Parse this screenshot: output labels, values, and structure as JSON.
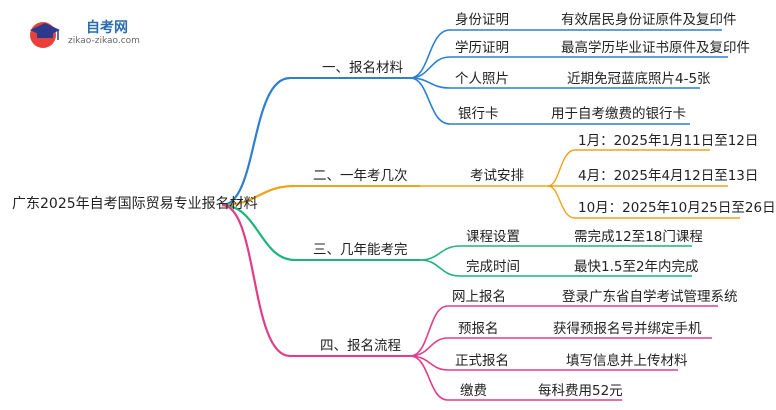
{
  "logo": {
    "name": "自考网",
    "url": "zikao-zikao.com"
  },
  "root": "广东2025年自考国际贸易专业报名材料",
  "colors": {
    "blue": "#2f7fd1",
    "orange": "#f0a21a",
    "green": "#1fb37a",
    "magenta": "#e23d88"
  },
  "branches": [
    {
      "label": "一、报名材料",
      "color": "blue",
      "items": [
        {
          "label": "身份证明",
          "detail": "有效居民身份证原件及复印件"
        },
        {
          "label": "学历证明",
          "detail": "最高学历毕业证书原件及复印件"
        },
        {
          "label": "个人照片",
          "detail": "近期免冠蓝底照片4-5张"
        },
        {
          "label": "银行卡",
          "detail": "用于自考缴费的银行卡"
        }
      ]
    },
    {
      "label": "二、一年考几次",
      "color": "orange",
      "items": [
        {
          "label": "考试安排",
          "details": [
            "1月：2025年1月11日至12日",
            "4月：2025年4月12日至13日",
            "10月：2025年10月25日至26日"
          ]
        }
      ]
    },
    {
      "label": "三、几年能考完",
      "color": "green",
      "items": [
        {
          "label": "课程设置",
          "detail": "需完成12至18门课程"
        },
        {
          "label": "完成时间",
          "detail": "最快1.5至2年内完成"
        }
      ]
    },
    {
      "label": "四、报名流程",
      "color": "magenta",
      "items": [
        {
          "label": "网上报名",
          "detail": "登录广东省自学考试管理系统"
        },
        {
          "label": "预报名",
          "detail": "获得预报名号并绑定手机"
        },
        {
          "label": "正式报名",
          "detail": "填写信息并上传材料"
        },
        {
          "label": "缴费",
          "detail": "每科费用52元"
        }
      ]
    }
  ]
}
